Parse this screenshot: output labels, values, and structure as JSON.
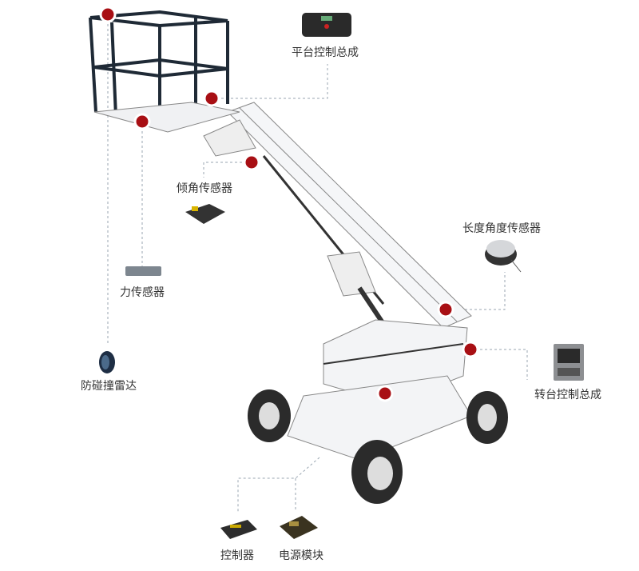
{
  "colors": {
    "marker": "#a80f14",
    "leader": "#9aa6b2",
    "frame": "#1f2a36"
  },
  "components": [
    {
      "id": "platform-control",
      "label": "平台控制总成",
      "icon": "control-panel-icon"
    },
    {
      "id": "tilt-sensor",
      "label": "倾角传感器",
      "icon": "tilt-sensor-icon"
    },
    {
      "id": "force-sensor",
      "label": "力传感器",
      "icon": "load-cell-icon"
    },
    {
      "id": "anti-collision-radar",
      "label": "防碰撞雷达",
      "icon": "radar-icon"
    },
    {
      "id": "length-angle-sensor",
      "label": "长度角度传感器",
      "icon": "cable-reel-sensor-icon"
    },
    {
      "id": "turntable-control",
      "label": "转台控制总成",
      "icon": "display-controller-icon"
    },
    {
      "id": "controller",
      "label": "控制器",
      "icon": "controller-box-icon"
    },
    {
      "id": "power-module",
      "label": "电源模块",
      "icon": "power-module-icon"
    }
  ]
}
